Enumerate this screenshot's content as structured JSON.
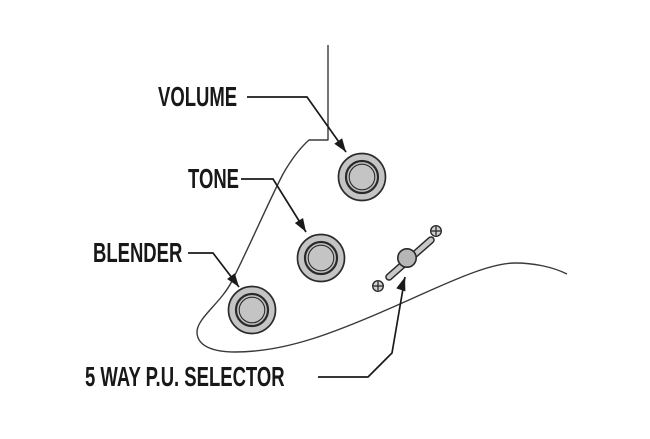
{
  "diagram": {
    "description": "Guitar control layout diagram",
    "labels": {
      "volume": "VOLUME",
      "tone": "TONE",
      "blender": "BLENDER",
      "selector": "5 WAY P.U. SELECTOR"
    },
    "components": [
      {
        "name": "volume-knob",
        "type": "rotary-knob"
      },
      {
        "name": "tone-knob",
        "type": "rotary-knob"
      },
      {
        "name": "blender-knob",
        "type": "rotary-knob"
      },
      {
        "name": "pickup-selector-switch",
        "type": "lever-switch-with-screws"
      }
    ],
    "colors": {
      "background": "#ffffff",
      "knob_fill": "#c4c4c4",
      "lever_fill": "#c9c9c9",
      "pivot_fill": "#b6b6b6",
      "screw_fill": "#d2d2d2",
      "outline": "#2a2a2a",
      "leader_line": "#1a1a1a",
      "text": "#181818"
    }
  }
}
